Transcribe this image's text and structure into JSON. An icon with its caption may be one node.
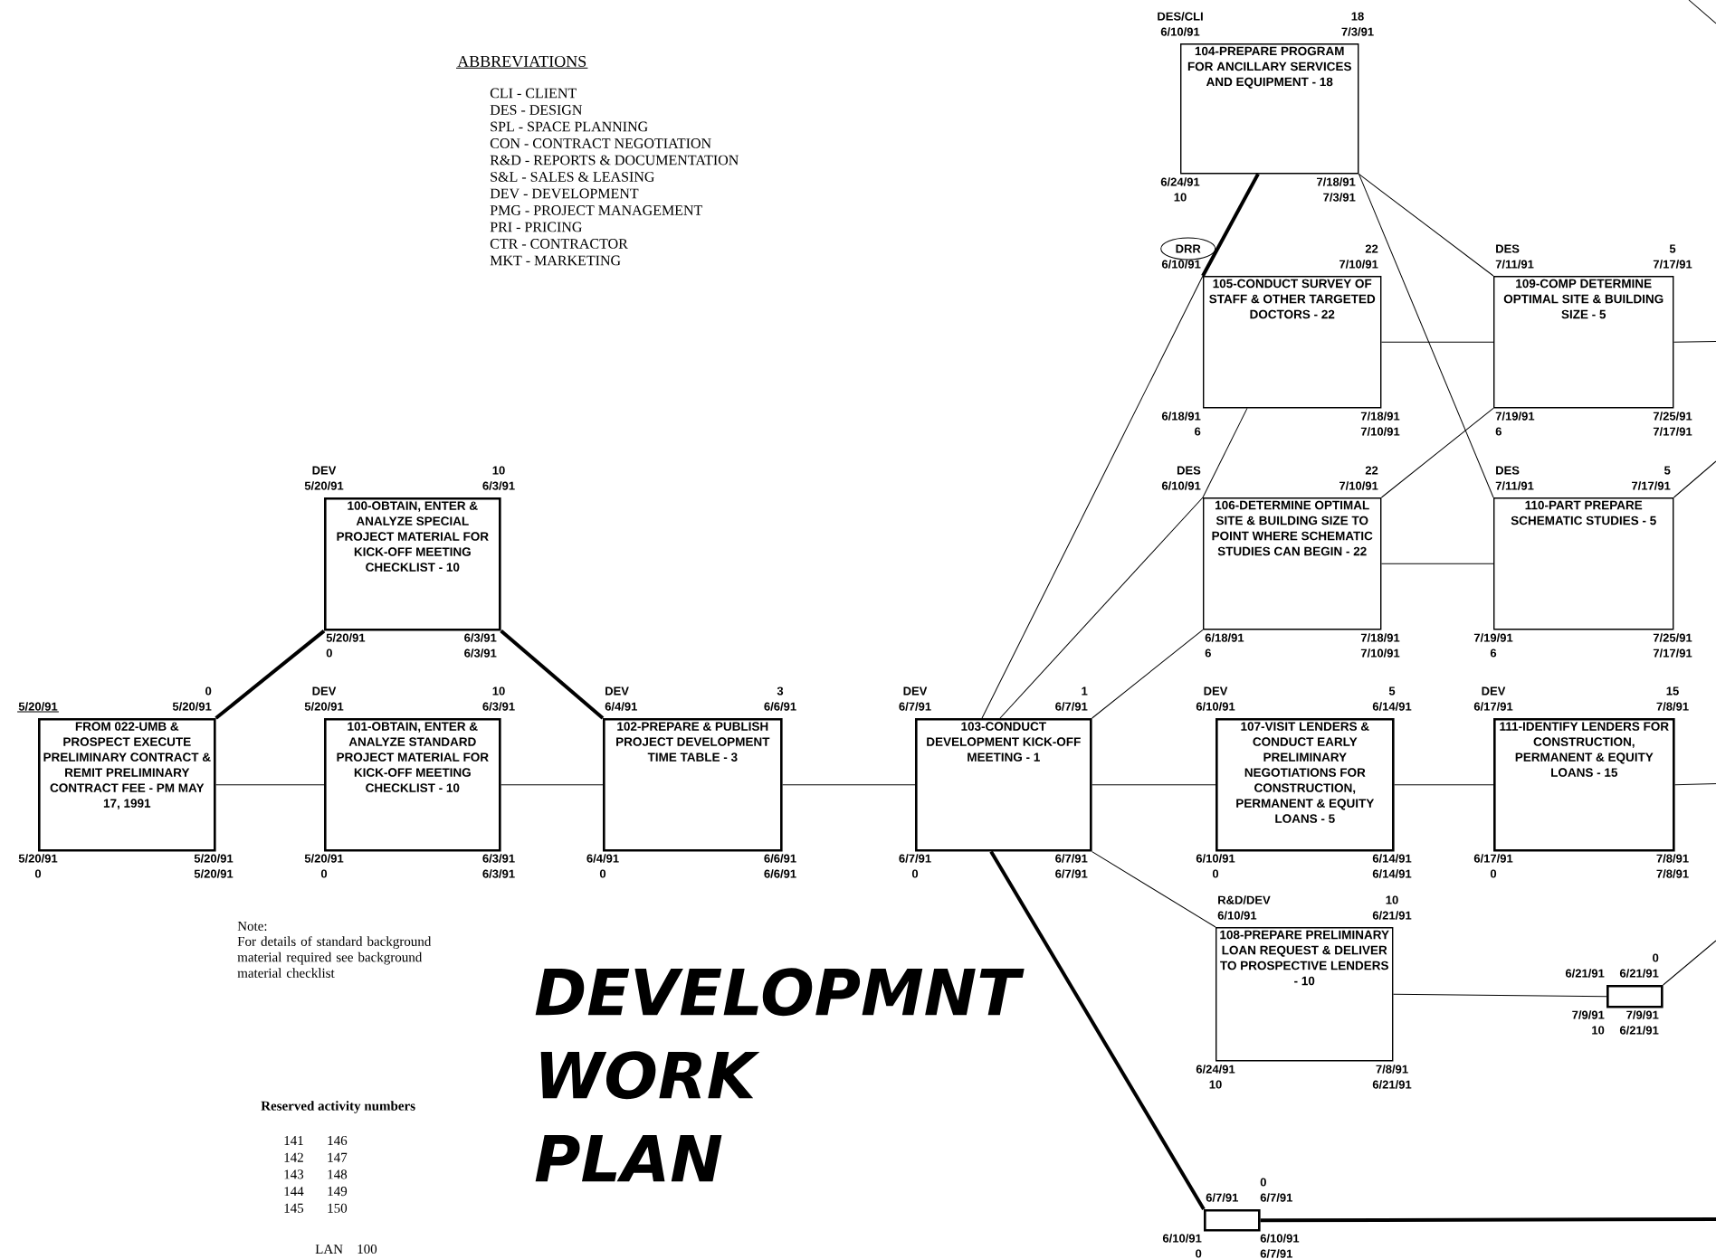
{
  "diagram": {
    "title": "DEVELOPMNT WORK PLAN",
    "nodes": [
      {
        "text": [
          "FROM 022-UMB & PROSPECT EXECUTE PRELIMINARY CONTRACT & REMIT PRELIMINARY CONTRACT FEE - PM MAY 17, 1991"
        ],
        "beside": [
          "5/20/91",
          "0",
          "5/20/91",
          "5/20/91",
          "0",
          "5/20/91",
          "5/20/91"
        ]
      },
      {
        "text": [
          "100-OBTAIN, ENTER & ANALYZE SPECIAL PROJECT MATERIAL FOR KICK-OFF MEETING CHECKLIST - 10"
        ],
        "beside": [
          "DEV",
          "5/20/91",
          "10",
          "6/3/91",
          "5/20/91",
          "0",
          "6/3/91",
          "6/3/91"
        ]
      },
      {
        "text": [
          "101-OBTAIN, ENTER & ANALYZE STANDARD PROJECT MATERIAL FOR KICK-OFF MEETING CHECKLIST - 10"
        ],
        "beside": [
          "DEV",
          "5/20/91",
          "10",
          "6/3/91",
          "5/20/91",
          "0",
          "6/3/91",
          "6/3/91"
        ]
      },
      {
        "text": [
          "102-PREPARE & PUBLISH PROJECT DEVELOPMENT TIME TABLE - 3"
        ],
        "beside": [
          "DEV",
          "6/4/91",
          "3",
          "6/6/91",
          "6/4/91",
          "0",
          "6/6/91",
          "6/6/91"
        ]
      },
      {
        "text": [
          "103-CONDUCT DEVELOPMENT KICK-OFF MEETING - 1"
        ],
        "beside": [
          "DEV",
          "6/7/91",
          "1",
          "6/7/91",
          "6/7/91",
          "0",
          "6/7/91",
          "6/7/91"
        ]
      },
      {
        "text": [
          "104-PREPARE PROGRAM FOR ANCILLARY SERVICES AND EQUIPMENT - 18"
        ],
        "beside": [
          "DES/CLI",
          "6/10/91",
          "18",
          "7/3/91",
          "6/24/91",
          "10",
          "7/18/91",
          "7/3/91"
        ]
      },
      {
        "text": [
          "105-CONDUCT SURVEY OF STAFF & OTHER TARGETED DOCTORS - 22"
        ],
        "beside": [
          "DRR",
          "6/10/91",
          "22",
          "7/10/91",
          "6/18/91",
          "6",
          "7/18/91",
          "7/10/91"
        ]
      },
      {
        "text": [
          "106-DETERMINE OPTIMAL SITE & BUILDING SIZE TO POINT WHERE SCHEMATIC STUDIES CAN BEGIN - 22"
        ],
        "beside": [
          "DES",
          "6/10/91",
          "22",
          "7/10/91",
          "6/18/91",
          "6",
          "7/18/91",
          "7/10/91"
        ]
      },
      {
        "text": [
          "107-VISIT LENDERS & CONDUCT EARLY PRELIMINARY NEGOTIATIONS FOR CONSTRUCTION, PERMANENT & EQUITY LOANS - 5"
        ],
        "beside": [
          "DEV",
          "6/10/91",
          "5",
          "6/14/91",
          "6/10/91",
          "0",
          "6/14/91",
          "6/14/91"
        ]
      },
      {
        "text": [
          "108-PREPARE PRELIMINARY LOAN REQUEST & DELIVER TO PROSPECTIVE LENDERS - 10"
        ],
        "beside": [
          "R&D/DEV",
          "6/10/91",
          "10",
          "6/21/91",
          "6/24/91",
          "10",
          "7/8/91",
          "6/21/91"
        ]
      },
      {
        "text": [
          "109-COMP DETERMINE OPTIMAL SITE & BUILDING SIZE - 5"
        ],
        "beside": [
          "DES",
          "7/11/91",
          "5",
          "7/17/91",
          "7/19/91",
          "6",
          "7/25/91",
          "7/17/91"
        ]
      },
      {
        "text": [
          "110-PART PREPARE SCHEMATIC STUDIES - 5"
        ],
        "beside": [
          "DES",
          "7/11/91",
          "5",
          "7/17/91",
          "7/19/91",
          "6",
          "7/25/91",
          "7/17/91"
        ]
      },
      {
        "text": [
          "111-IDENTIFY LENDERS FOR CONSTRUCTION, PERMANENT & EQUITY LOANS - 15"
        ],
        "beside": [
          "DEV",
          "6/17/91",
          "15",
          "7/8/91",
          "6/17/91",
          "0",
          "7/8/91",
          "7/8/91"
        ]
      },
      {
        "text": [],
        "shape": "box",
        "beside": [
          "6/21/91",
          "0",
          "6/21/91",
          "7/9/91",
          "10",
          "7/9/91",
          "6/21/91"
        ]
      },
      {
        "text": [],
        "shape": "box",
        "beside": [
          "6/7/91",
          "0",
          "6/7/91",
          "6/10/91",
          "0",
          "6/10/91",
          "6/7/91"
        ]
      }
    ],
    "edges": [
      {
        "from": 0,
        "to": 1,
        "arrow": "none",
        "style": "thick"
      },
      {
        "from": 0,
        "to": 2,
        "arrow": "none"
      },
      {
        "from": 1,
        "to": 3,
        "arrow": "none",
        "style": "thick"
      },
      {
        "from": 2,
        "to": 3,
        "arrow": "none"
      },
      {
        "from": 3,
        "to": 4,
        "arrow": "none"
      },
      {
        "from": 4,
        "to": 6,
        "arrow": "none"
      },
      {
        "from": 4,
        "to": 7,
        "arrow": "none"
      },
      {
        "from": 4,
        "to": 7,
        "arrow": "none"
      },
      {
        "from": 4,
        "to": 8,
        "arrow": "none"
      },
      {
        "from": 4,
        "to": 9,
        "arrow": "none"
      },
      {
        "from": 4,
        "to": 14,
        "arrow": "none",
        "style": "thick"
      },
      {
        "from": 5,
        "to": 6,
        "arrow": "none",
        "style": "thick"
      },
      {
        "from": 5,
        "to": 10,
        "arrow": "none"
      },
      {
        "from": 5,
        "to": 11,
        "arrow": "none"
      },
      {
        "from": 6,
        "to": 7,
        "arrow": "none"
      },
      {
        "from": 6,
        "to": 10,
        "arrow": "none"
      },
      {
        "from": 7,
        "to": 10,
        "arrow": "none"
      },
      {
        "from": 7,
        "to": 11,
        "arrow": "none"
      },
      {
        "from": 8,
        "to": 12,
        "arrow": "none"
      },
      {
        "from": 9,
        "to": 13,
        "arrow": "none"
      },
      {
        "from": 10,
        "to": null,
        "arrow": "none"
      },
      {
        "from": 11,
        "to": null,
        "arrow": "none"
      },
      {
        "from": 12,
        "to": null,
        "arrow": "none"
      },
      {
        "from": 13,
        "to": null,
        "arrow": "none"
      },
      {
        "from": 14,
        "to": null,
        "arrow": "none",
        "style": "thick"
      }
    ],
    "labels": [
      "ABBREVIATIONS",
      "CLI - CLIENT",
      "DES - DESIGN",
      "SPL - SPACE PLANNING",
      "CON - CONTRACT NEGOTIATION",
      "R&D - REPORTS & DOCUMENTATION",
      "S&L - SALES & LEASING",
      "DEV - DEVELOPMENT",
      "PMG - PROJECT MANAGEMENT",
      "PRI - PRICING",
      "CTR - CONTRACTOR",
      "MKT - MARKETING",
      "Note:",
      "For details of standard background material required see background material checklist",
      "Reserved activity numbers",
      "141",
      "146",
      "142",
      "147",
      "143",
      "148",
      "144",
      "149",
      "145",
      "150",
      "LAN",
      "100"
    ]
  }
}
